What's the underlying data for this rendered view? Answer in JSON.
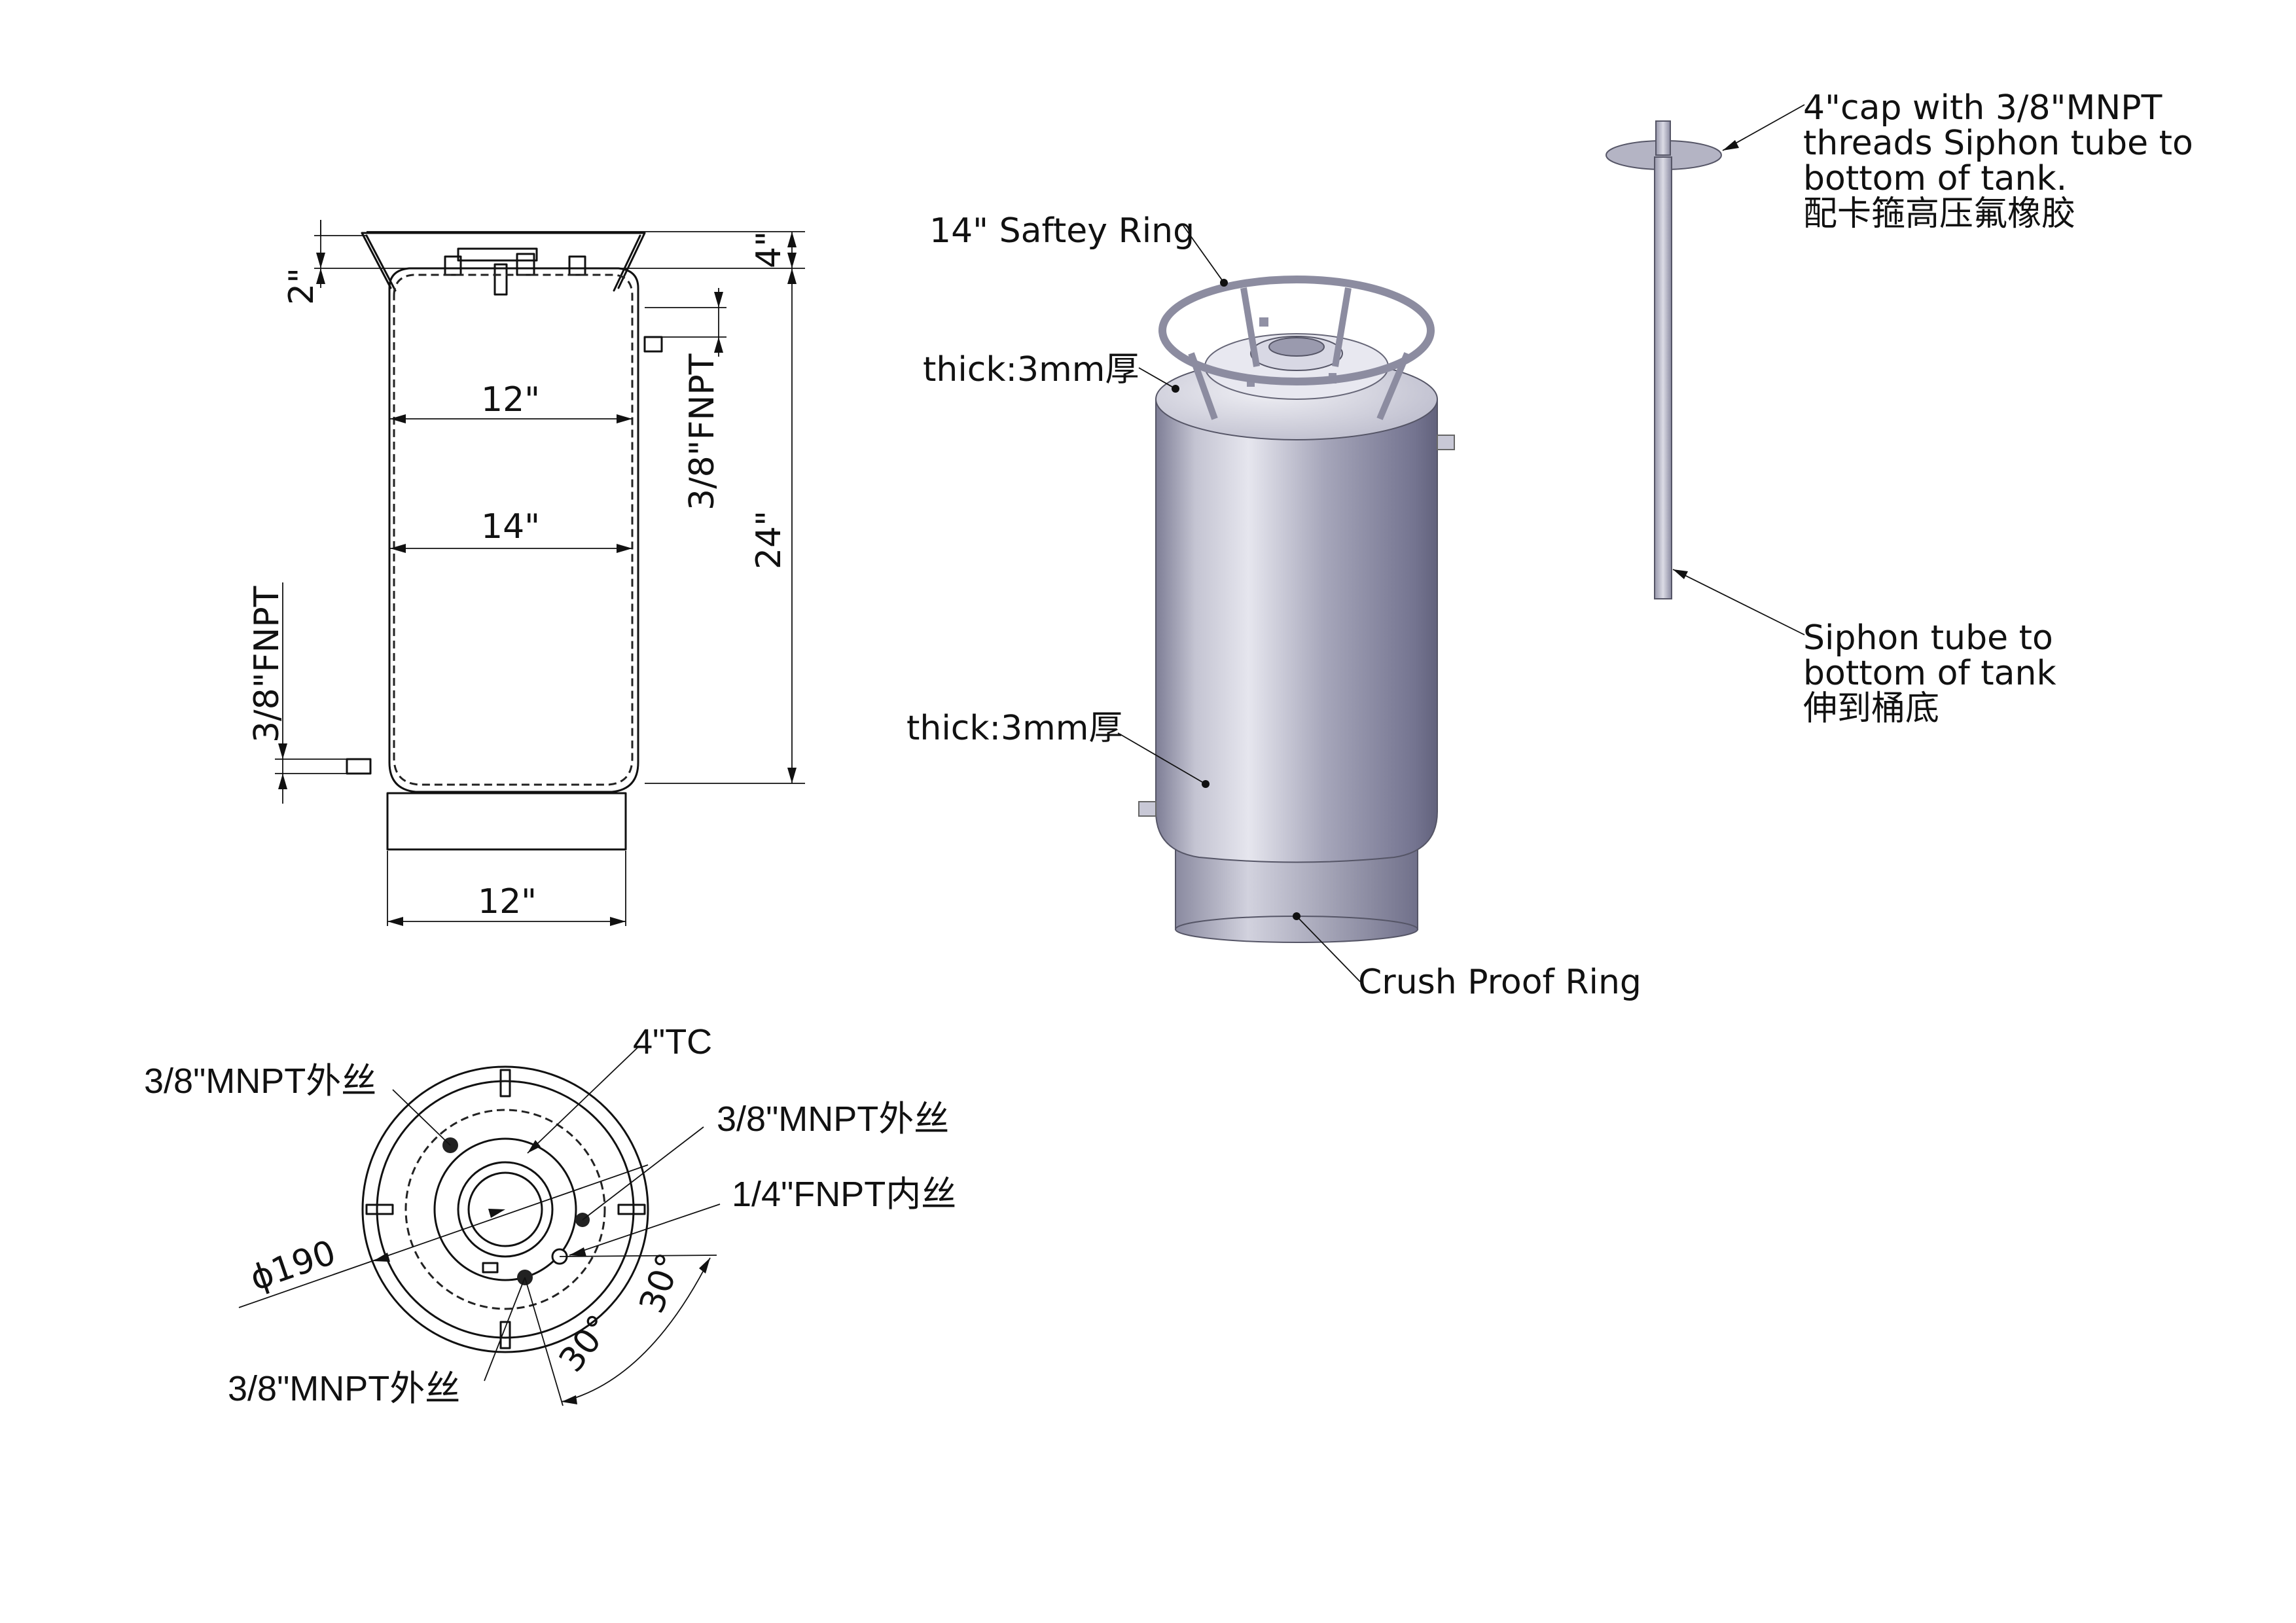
{
  "colors": {
    "line": "#111111",
    "tank_light": "#e4e4ec",
    "tank_mid": "#a4a4b6",
    "tank_dark": "#6a6a82",
    "ring": "#8c8ca0",
    "cap": "#b0b0c0"
  },
  "front_view": {
    "dim_top_4": "4\"",
    "dim_top_2": "2\"",
    "dim_inner_12": "12\"",
    "dim_outer_14": "14\"",
    "dim_height_24": "24\"",
    "port_upper": "3/8\"FNPT",
    "port_lower": "3/8\"FNPT",
    "dim_base_12": "12\""
  },
  "iso_view": {
    "safety_ring": "14\" Saftey Ring",
    "thick_top": "thick:3mm厚",
    "thick_side": "thick:3mm厚",
    "crush_ring": "Crush Proof Ring"
  },
  "siphon": {
    "cap_note": [
      "4\"cap with 3/8\"MNPT",
      "threads Siphon tube to",
      "bottom of tank.",
      "配卡箍高压氟橡胶"
    ],
    "tube_note": [
      "Siphon tube to",
      "bottom of tank",
      "伸到桶底"
    ]
  },
  "top_view": {
    "mnpt_upper_left": "3/8\"MNPT外丝",
    "tc_4": "4\"TC",
    "mnpt_right": "3/8\"MNPT外丝",
    "fnpt_quarter": "1/4\"FNPT内丝",
    "diameter": "ϕ190",
    "mnpt_bottom": "3/8\"MNPT外丝",
    "angle_1": "30°",
    "angle_2": "30°"
  }
}
